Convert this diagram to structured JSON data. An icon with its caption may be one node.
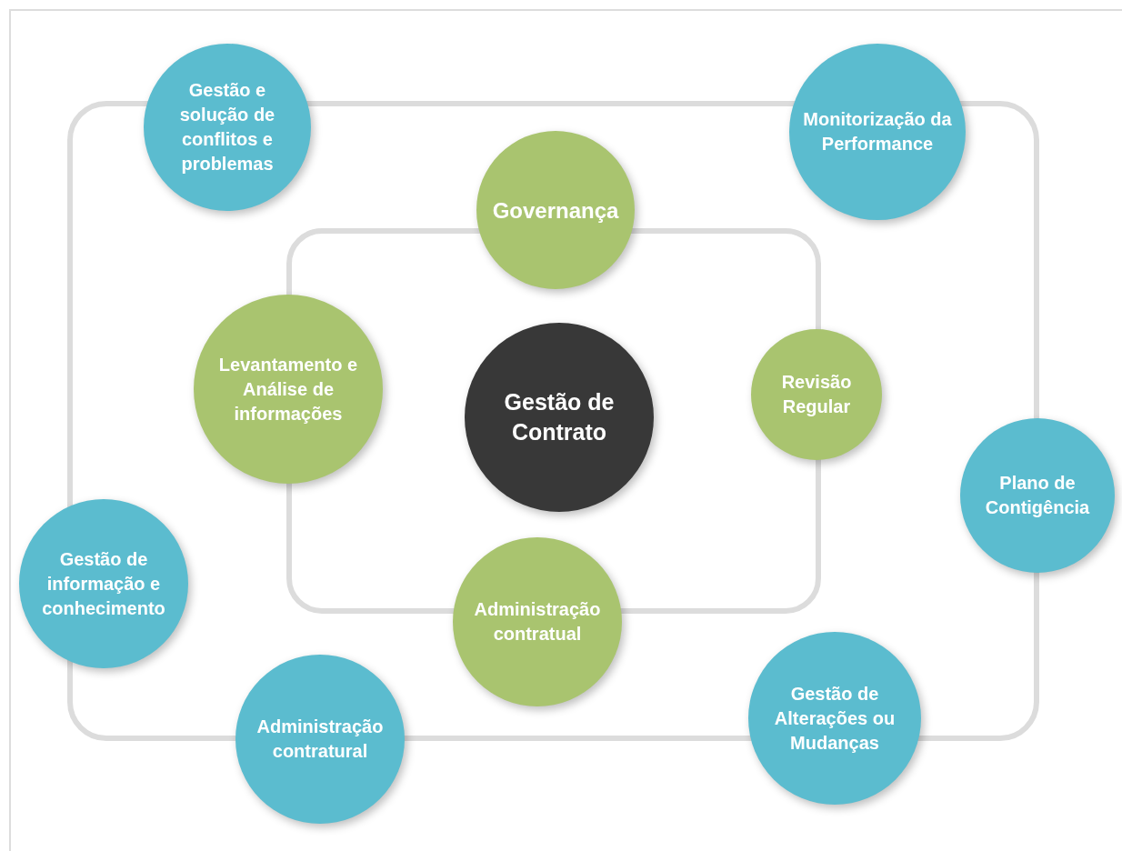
{
  "diagram": {
    "nodes": [
      {
        "text": [
          "Gestão e solução de conflitos e problemas"
        ]
      },
      {
        "text": [
          "Monitorização da Performance"
        ]
      },
      {
        "text": [
          "Governança"
        ]
      },
      {
        "text": [
          "Levantamento e Análise de informações"
        ]
      },
      {
        "text": [
          "Gestão de Contrato"
        ]
      },
      {
        "text": [
          "Revisão Regular"
        ]
      },
      {
        "text": [
          "Plano de Contigência"
        ]
      },
      {
        "text": [
          "Gestão de informação e conhecimento"
        ]
      },
      {
        "text": [
          "Administração contratual"
        ]
      },
      {
        "text": [
          "Administração contratural"
        ]
      },
      {
        "text": [
          "Gestão de Alterações ou Mudanças"
        ]
      }
    ]
  }
}
